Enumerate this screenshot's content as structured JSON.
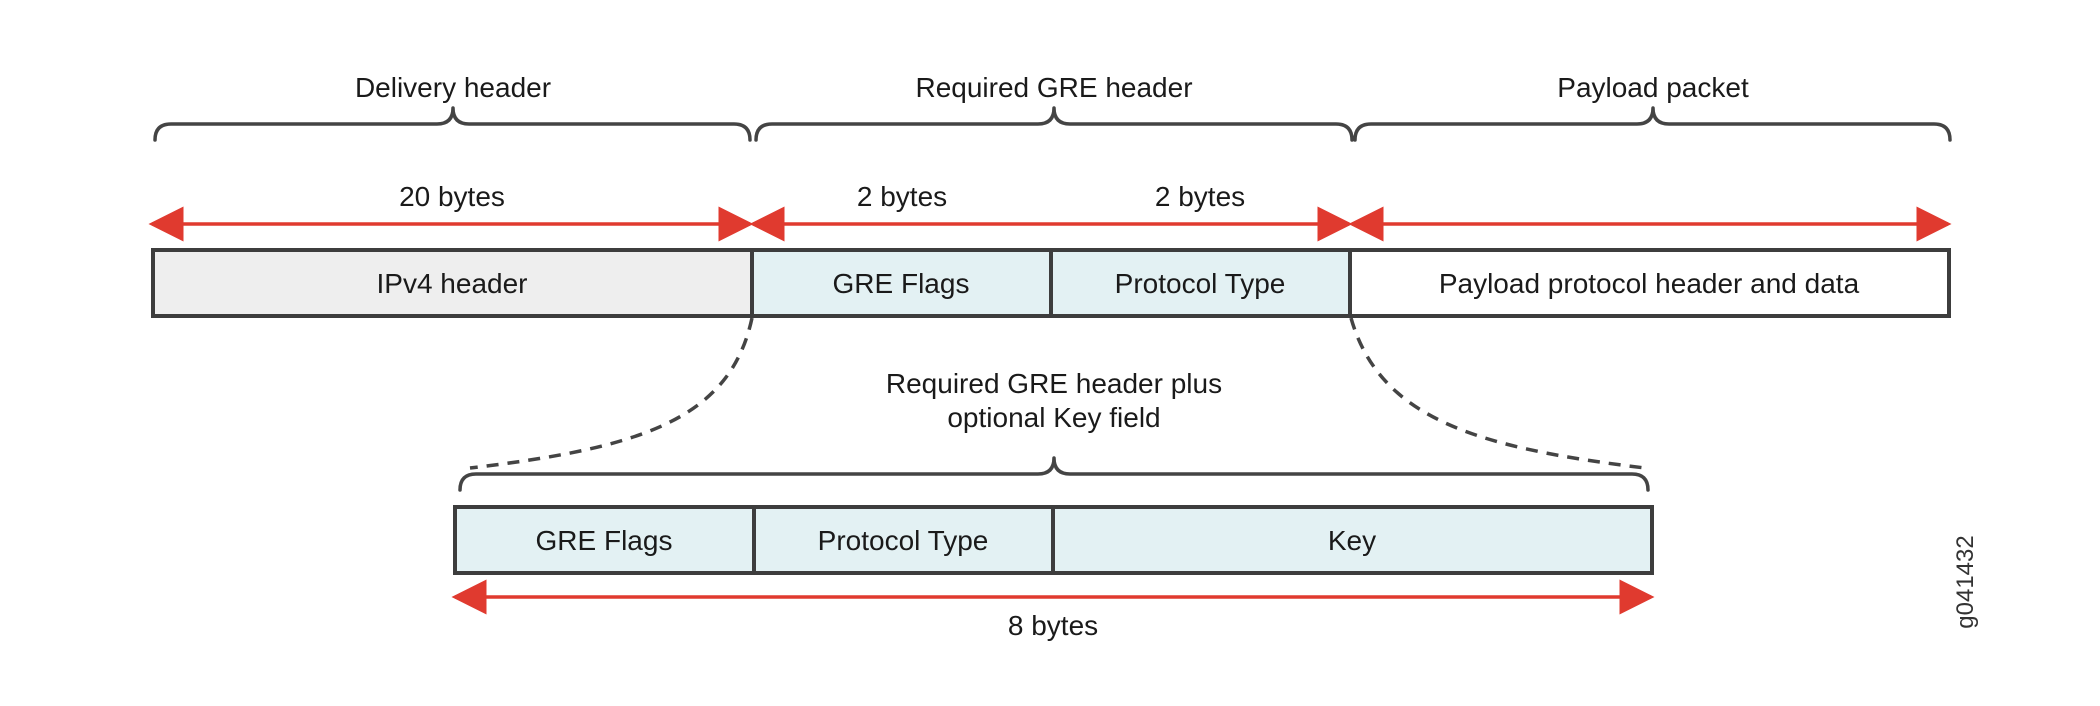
{
  "colors": {
    "outline": "#3d3d3d",
    "ipv4_fill": "#eeeeee",
    "gre_fill": "#e3f1f3",
    "payload_fill": "#ffffff",
    "arrow": "#e03a2f",
    "brace": "#444444"
  },
  "braces": {
    "delivery": "Delivery header",
    "gre": "Required GRE header",
    "payload": "Payload packet"
  },
  "dimensions": {
    "ipv4": "20 bytes",
    "gre_flags": "2 bytes",
    "protocol_type": "2 bytes",
    "optional_total": "8 bytes"
  },
  "top_row": {
    "ipv4": "IPv4 header",
    "gre_flags": "GRE Flags",
    "protocol_type": "Protocol Type",
    "payload": "Payload protocol header and data"
  },
  "optional_label": {
    "line1": "Required GRE header plus",
    "line2": "optional Key field"
  },
  "bottom_row": {
    "gre_flags": "GRE Flags",
    "protocol_type": "Protocol Type",
    "key": "Key"
  },
  "figure_id": "g041432"
}
